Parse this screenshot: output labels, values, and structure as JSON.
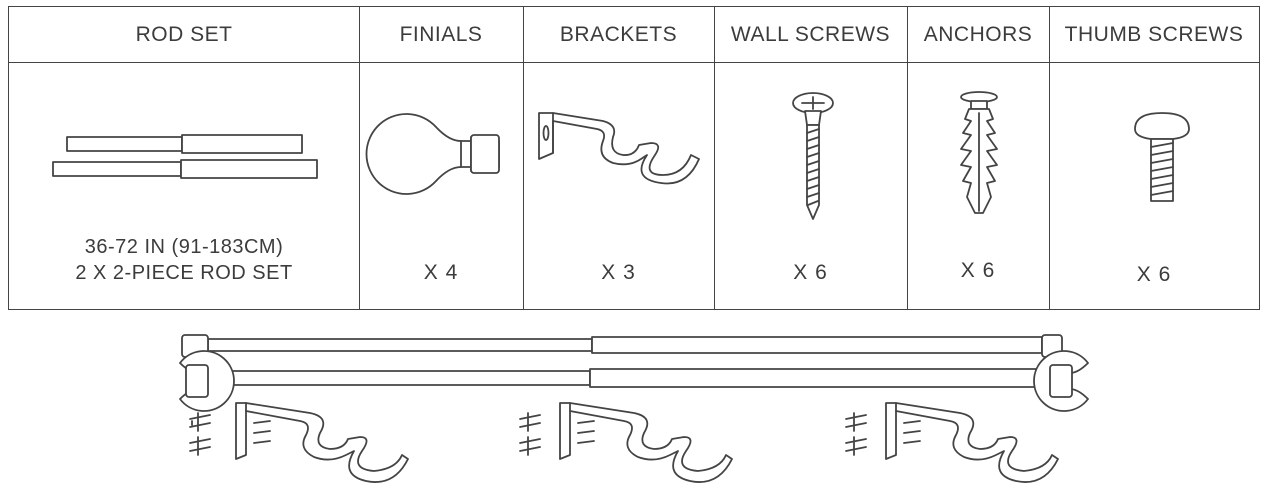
{
  "columns": [
    {
      "header": "ROD SET",
      "qty": "",
      "desc_line1": "36-72 IN (91-183CM)",
      "desc_line2": "2 X 2-PIECE ROD SET"
    },
    {
      "header": "FINIALS",
      "qty": "X 4"
    },
    {
      "header": "BRACKETS",
      "qty": "X 3"
    },
    {
      "header": "WALL SCREWS",
      "qty": "X 6"
    },
    {
      "header": "ANCHORS",
      "qty": "X 6"
    },
    {
      "header": "THUMB SCREWS",
      "qty": "X 6"
    }
  ],
  "icons": {
    "rod_set": "rod-set-icon",
    "finial": "finial-icon",
    "bracket": "bracket-icon",
    "wall_screw": "wall-screw-icon",
    "anchor": "anchor-icon",
    "thumb_screw": "thumb-screw-icon",
    "assembly": "assembled-rod-diagram"
  },
  "colors": {
    "line": "#444444",
    "text": "#3c3c3c",
    "background": "#ffffff"
  }
}
